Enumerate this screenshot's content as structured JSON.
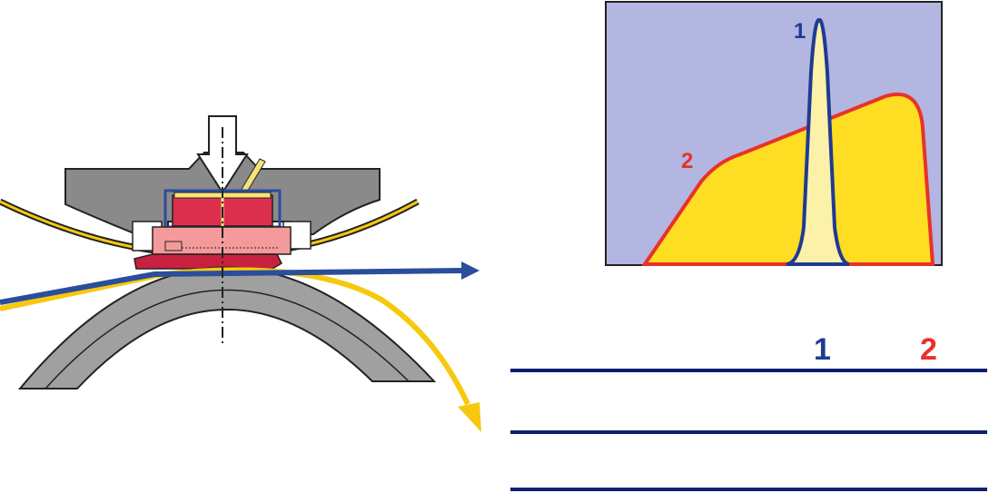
{
  "chart": {
    "curve1_label": "1",
    "curve2_label": "2",
    "background_color": "#b2b6e0",
    "curve1_color": "#1f3a93",
    "curve1_fill": "#fbf1a8",
    "curve2_color": "#e8322b",
    "curve2_fill": "#fedd22"
  },
  "table": {
    "col1_label": "1",
    "col2_label": "2",
    "line_color": "#0f1f6e"
  },
  "machine": {
    "blue_strip_color": "#2a4d9c",
    "yellow_strip_color": "#f6c90e",
    "press_block_color": "#dc2f4e",
    "pad_color": "#f49a9a",
    "housing_color": "#8a8a8a"
  }
}
